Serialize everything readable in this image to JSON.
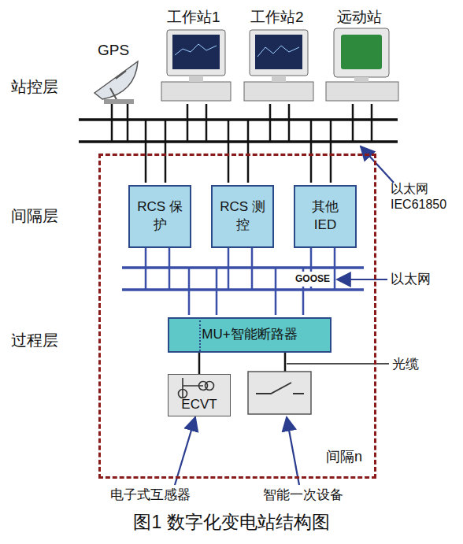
{
  "diagram": {
    "caption": "图1 数字化变电站结构图",
    "nodes": [
      {
        "text": [
          "间隔n"
        ]
      },
      {
        "text": [
          "RCS 保护"
        ],
        "in": 0
      },
      {
        "text": [
          "RCS 测控"
        ],
        "in": 0
      },
      {
        "text": [
          "其他 IED"
        ],
        "in": 0
      },
      {
        "text": [
          "MU+智能断路器"
        ],
        "in": 0
      },
      {
        "text": [
          "ECVT"
        ],
        "in": 0
      }
    ],
    "edges": [
      {
        "from": 4,
        "to": 5,
        "arrow": "none"
      }
    ],
    "labels": [
      "工作站1",
      "工作站2",
      "远动站",
      "GPS",
      "站控层",
      "以太网 IEC61850",
      "间隔层",
      "GOOSE",
      "以太网",
      "过程层",
      "光缆",
      "电子式互感器",
      "智能一次设备"
    ]
  }
}
